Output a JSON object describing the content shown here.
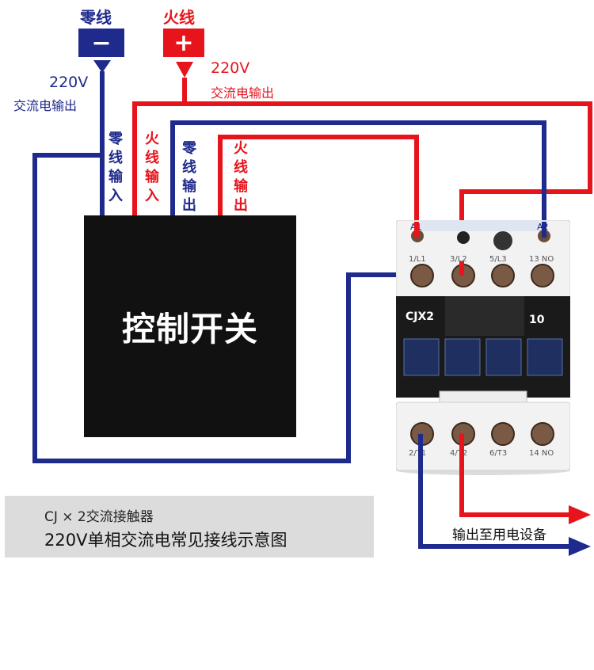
{
  "power": {
    "neutral_title": "零线",
    "neutral_symbol": "−",
    "live_title": "火线",
    "live_symbol": "+",
    "neutral_voltage": "220V",
    "neutral_desc": "交流电输出",
    "live_voltage": "220V",
    "live_desc": "交流电输出"
  },
  "wires": {
    "neutral_in": "零线输入",
    "live_in": "火线输入",
    "neutral_out": "零线输出",
    "live_out": "火线输出"
  },
  "control_switch": {
    "label": "控制开关"
  },
  "contactor": {
    "model": "CJX2",
    "aux": "10",
    "coil_a1": "A1",
    "coil_a2": "A2",
    "top_terminals": [
      "1/L1",
      "3/L2",
      "5/L3",
      "13 NO"
    ],
    "bottom_terminals": [
      "2/T1",
      "4/T2",
      "6/T3",
      "14 NO"
    ]
  },
  "output_label": "输出至用电设备",
  "caption": {
    "line1": "CJ × 2交流接触器",
    "line2": "220V单相交流电常见接线示意图"
  },
  "colors": {
    "live": "#e8141c",
    "neutral": "#1e2a8c"
  }
}
